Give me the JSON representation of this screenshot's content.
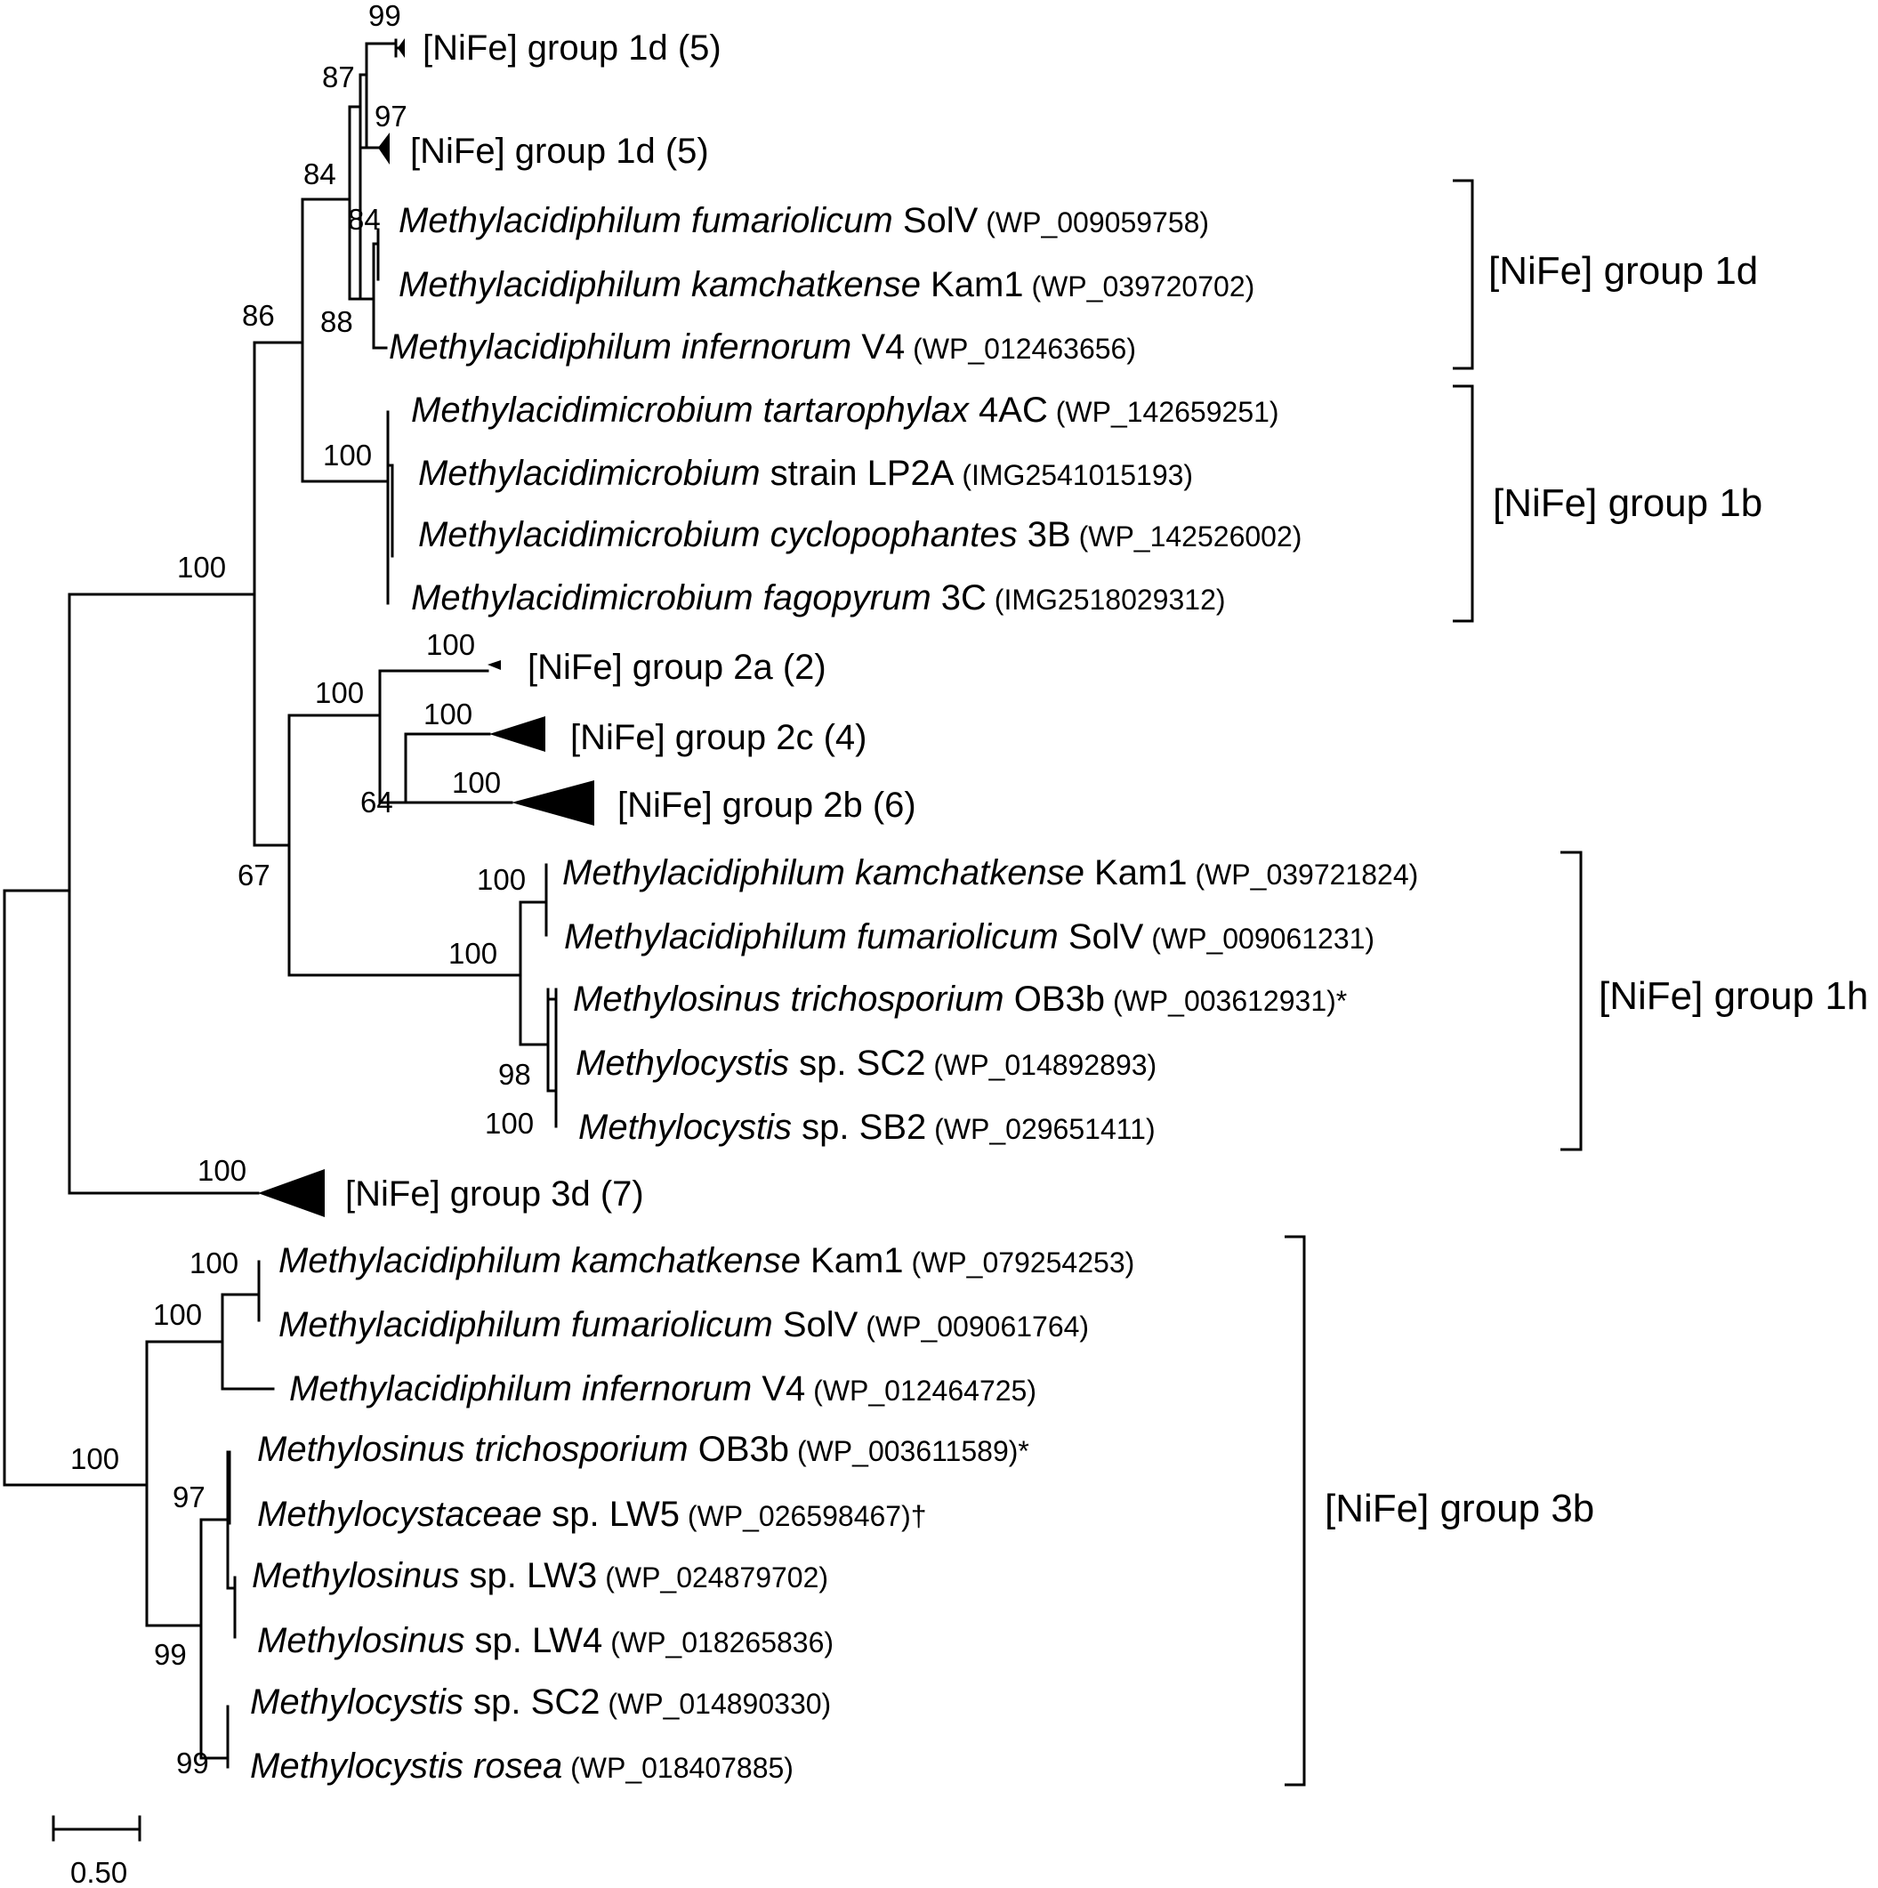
{
  "figure": {
    "scale_bar_label": "0.50"
  },
  "taxa": {
    "t1": {
      "name": "",
      "strain": "[NiFe] group 1d (5)",
      "acc": ""
    },
    "t2": {
      "name": "",
      "strain": "[NiFe] group 1d (5)",
      "acc": ""
    },
    "t3": {
      "name": "Methylacidiphilum fumariolicum",
      "strain": " SolV",
      "acc": " (WP_009059758)"
    },
    "t4": {
      "name": "Methylacidiphilum kamchatkense",
      "strain": " Kam1",
      "acc": " (WP_039720702)"
    },
    "t5": {
      "name": "Methylacidiphilum infernorum",
      "strain": " V4",
      "acc": " (WP_012463656)"
    },
    "t6": {
      "name": "Methylacidimicrobium tartarophylax",
      "strain": " 4AC",
      "acc": " (WP_142659251)"
    },
    "t7": {
      "name": "Methylacidimicrobium",
      "strain": " strain LP2A",
      "acc": " (IMG2541015193)"
    },
    "t8": {
      "name": "Methylacidimicrobium cyclopophantes",
      "strain": " 3B",
      "acc": " (WP_142526002)"
    },
    "t9": {
      "name": "Methylacidimicrobium fagopyrum",
      "strain": " 3C",
      "acc": " (IMG2518029312)"
    },
    "t10": {
      "name": "",
      "strain": "[NiFe] group 2a (2)",
      "acc": ""
    },
    "t11": {
      "name": "",
      "strain": "[NiFe] group 2c (4)",
      "acc": ""
    },
    "t12": {
      "name": "",
      "strain": "[NiFe] group 2b (6)",
      "acc": ""
    },
    "t13": {
      "name": "Methylacidiphilum kamchatkense",
      "strain": " Kam1",
      "acc": " (WP_039721824)"
    },
    "t14": {
      "name": "Methylacidiphilum fumariolicum",
      "strain": " SolV",
      "acc": " (WP_009061231)"
    },
    "t15": {
      "name": "Methylosinus trichosporium",
      "strain": " OB3b",
      "acc": " (WP_003612931)*"
    },
    "t16": {
      "name": "Methylocystis",
      "strain": " sp. SC2",
      "acc": " (WP_014892893)"
    },
    "t17": {
      "name": "Methylocystis",
      "strain": " sp. SB2",
      "acc": " (WP_029651411)"
    },
    "t18": {
      "name": "",
      "strain": "[NiFe] group 3d (7)",
      "acc": ""
    },
    "t19": {
      "name": "Methylacidiphilum kamchatkense",
      "strain": " Kam1",
      "acc": " (WP_079254253)"
    },
    "t20": {
      "name": "Methylacidiphilum fumariolicum",
      "strain": " SolV",
      "acc": " (WP_009061764)"
    },
    "t21": {
      "name": "Methylacidiphilum infernorum",
      "strain": " V4",
      "acc": " (WP_012464725)"
    },
    "t22": {
      "name": "Methylosinus trichosporium",
      "strain": " OB3b",
      "acc": " (WP_003611589)*"
    },
    "t23": {
      "name": "Methylocystaceae",
      "strain": " sp. LW5",
      "acc": " (WP_026598467)†"
    },
    "t24": {
      "name": "Methylosinus",
      "strain": " sp. LW3",
      "acc": " (WP_024879702)"
    },
    "t25": {
      "name": "Methylosinus",
      "strain": " sp. LW4",
      "acc": " (WP_018265836)"
    },
    "t26": {
      "name": "Methylocystis",
      "strain": " sp. SC2",
      "acc": " (WP_014890330)"
    },
    "t27": {
      "name": "Methylocystis rosea",
      "strain": "",
      "acc": " (WP_018407885)"
    }
  },
  "bootstrap": {
    "b1": "99",
    "b2": "87",
    "b3": "97",
    "b4": "84",
    "b5": "84",
    "b6": "88",
    "b7": "86",
    "b8": "100",
    "b9": "100",
    "b10": "100",
    "b11": "100",
    "b12": "100",
    "b13": "64",
    "b14": "100",
    "b15": "67",
    "b16": "100",
    "b17": "100",
    "b18": "98",
    "b19": "100",
    "b20": "100",
    "b21": "100",
    "b22": "100",
    "b23": "100",
    "b24": "97",
    "b25": "99",
    "b26": "99"
  },
  "groups": {
    "g1d": "[NiFe] group 1d",
    "g1b": "[NiFe] group 1b",
    "g1h": "[NiFe] group 1h",
    "g3b": "[NiFe] group 3b"
  }
}
